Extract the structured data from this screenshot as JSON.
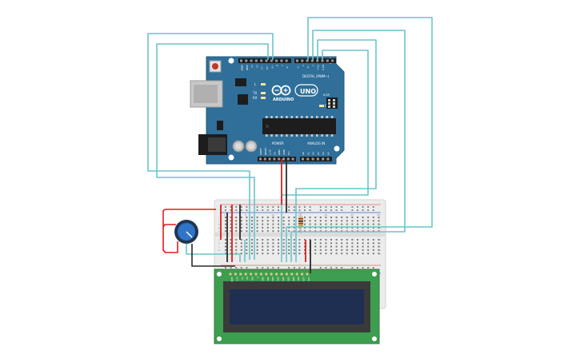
{
  "arduino": {
    "brand": "ARDUINO",
    "model": "UNO",
    "digital_label": "DIGITAL (PWM~)",
    "power_label": "POWER",
    "analog_label": "ANALOG IN",
    "icsp_label": "ICSP",
    "tx_label": "TX",
    "rx_label": "RX",
    "l_label": "L",
    "on_label": "ON",
    "power_pins": [
      "IOREF",
      "RESET",
      "3.3V",
      "5V",
      "GND",
      "GND",
      "Vin"
    ],
    "analog_pins": [
      "A0",
      "A1",
      "A2",
      "A3",
      "A4",
      "A5"
    ],
    "digital_pins": [
      "AREF",
      "GND",
      "13",
      "12",
      "~11",
      "~10",
      "~9",
      "8",
      "7",
      "~6",
      "~5",
      "4",
      "~3",
      "2",
      "TX 1",
      "RX 0"
    ]
  },
  "breadboard": {
    "column_numbers": [
      "1",
      "5",
      "10",
      "15",
      "20",
      "25",
      "30"
    ],
    "row_letters": [
      "a",
      "b",
      "c",
      "d",
      "e",
      "f",
      "g",
      "h",
      "i",
      "j"
    ]
  },
  "lcd": {
    "pin_labels": [
      "GND",
      "VCC",
      "V0",
      "RS",
      "RW",
      "E",
      "DB0",
      "DB1",
      "DB2",
      "DB3",
      "DB4",
      "DB5",
      "DB6",
      "DB7",
      "LED",
      "LED"
    ]
  },
  "colors": {
    "board_blue": "#2f6f99",
    "wire_teal": "#6cc3cc",
    "wire_red": "#e11d1d",
    "wire_black": "#2b2b2b",
    "breadboard": "#ececec",
    "lcd_green": "#3e9e4f",
    "lcd_screen": "#1e2f52"
  }
}
